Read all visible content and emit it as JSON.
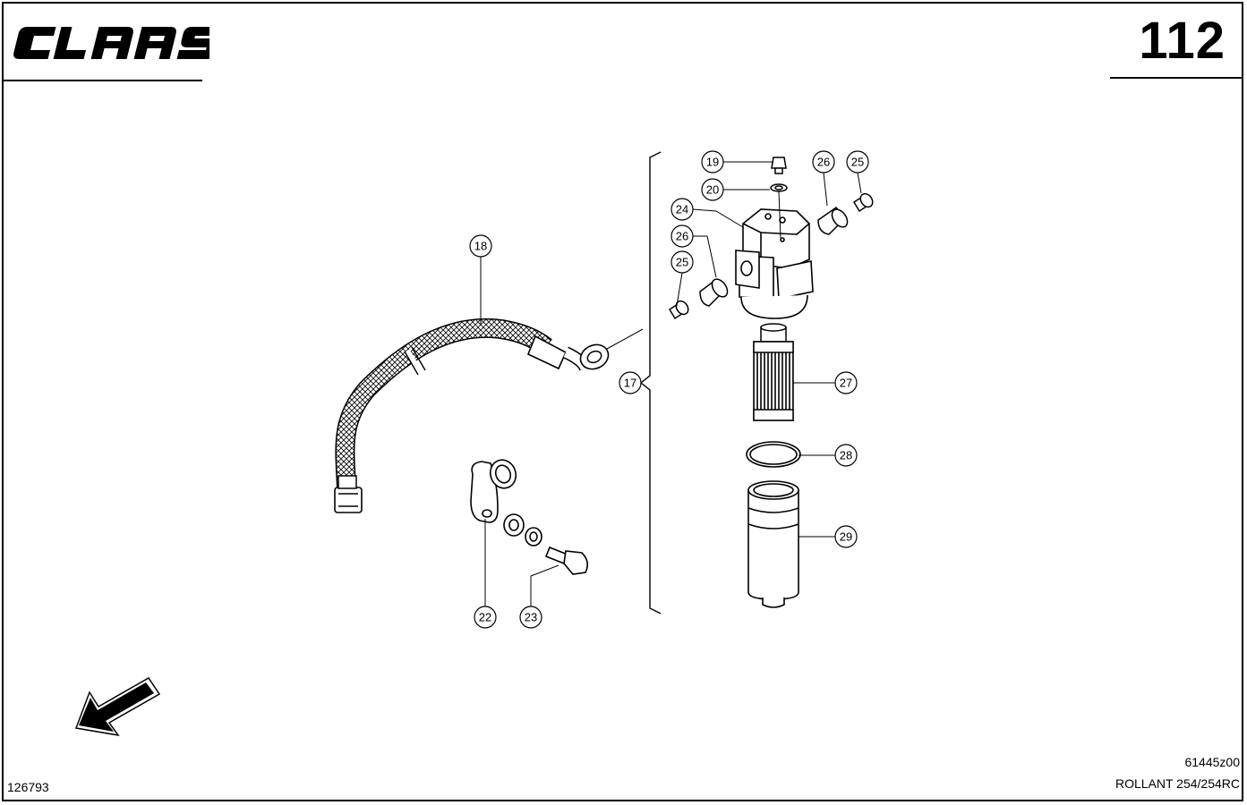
{
  "brand": {
    "logo_text": "CLAAS"
  },
  "page_number": "112",
  "footer": {
    "doc_number": "126793",
    "drawing_code": "61445z00",
    "model": "ROLLANT 254/254RC"
  },
  "callouts": {
    "c17": "17",
    "c18": "18",
    "c19": "19",
    "c20": "20",
    "c22": "22",
    "c23": "23",
    "c24": "24",
    "c25a": "25",
    "c25b": "25",
    "c26a": "26",
    "c26b": "26",
    "c27": "27",
    "c28": "28",
    "c29": "29"
  },
  "icons": {
    "direction_arrow": "arrow-down-left-icon"
  }
}
